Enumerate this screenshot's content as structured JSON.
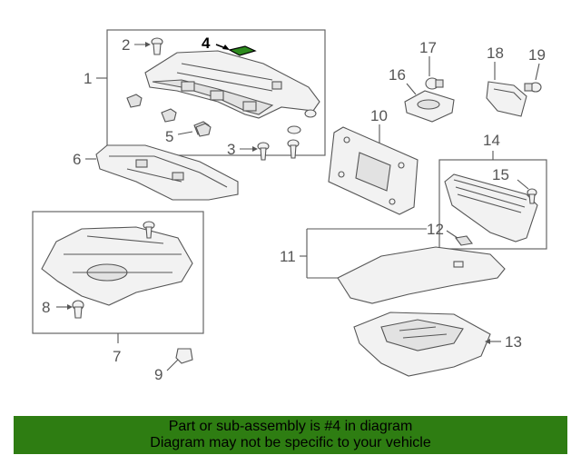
{
  "callouts": {
    "c1": "1",
    "c2": "2",
    "c3": "3",
    "c4": "4",
    "c5": "5",
    "c6": "6",
    "c7": "7",
    "c8": "8",
    "c9": "9",
    "c10": "10",
    "c11": "11",
    "c12": "12",
    "c13": "13",
    "c14": "14",
    "c15": "15",
    "c16": "16",
    "c17": "17",
    "c18": "18",
    "c19": "19"
  },
  "highlight": {
    "part": "4",
    "color": "#2e8b1e"
  },
  "banner": {
    "line1": "Part or sub-assembly is #4 in diagram",
    "line2": "Diagram may not be specific to your vehicle",
    "background": "#2e7d12"
  }
}
